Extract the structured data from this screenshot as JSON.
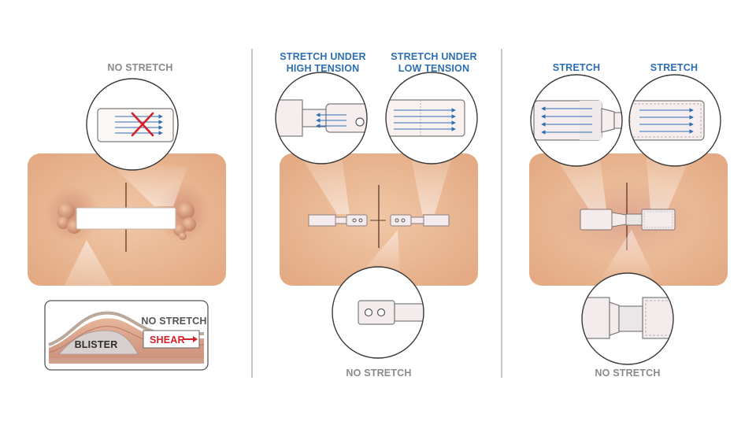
{
  "colors": {
    "gray_label": "#8a8a8a",
    "blue_label": "#2d6eb0",
    "skin": "#e9b892",
    "arrow_blue": "#2f6db5",
    "shear_red": "#d3202a",
    "divider": "#9a9a9a"
  },
  "panel1": {
    "top_label": "NO STRETCH",
    "inset_label": "NO STRETCH",
    "shear_label": "SHEAR",
    "blister_label": "BLISTER"
  },
  "panel2": {
    "left_label_line1": "STRETCH UNDER",
    "left_label_line2": "HIGH TENSION",
    "right_label_line1": "STRETCH UNDER",
    "right_label_line2": "LOW TENSION",
    "bottom_label": "NO STRETCH"
  },
  "panel3": {
    "left_label": "STRETCH",
    "right_label": "STRETCH",
    "bottom_label": "NO STRETCH"
  },
  "icons": [
    "red-x-icon",
    "shear-arrow-icon",
    "tension-arrows-icon",
    "hole-icon"
  ]
}
